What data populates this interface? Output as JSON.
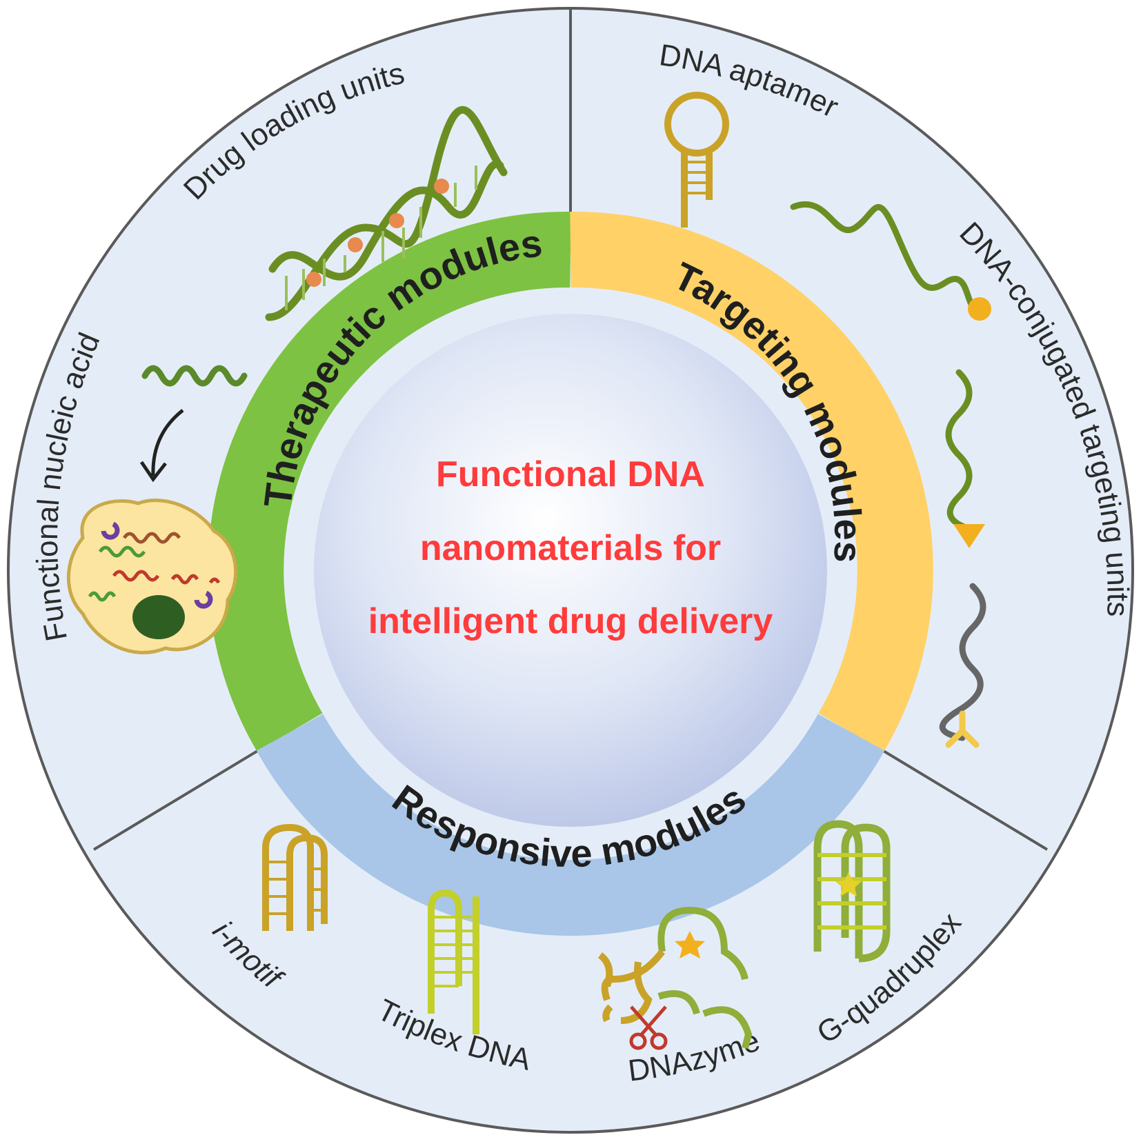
{
  "center_title": {
    "line1": "Functional DNA",
    "line2": "nanomaterials for",
    "line3": "intelligent drug delivery"
  },
  "modules": {
    "therapeutic": "Therapeutic modules",
    "targeting": "Targeting modules",
    "responsive": "Responsive modules"
  },
  "labels": {
    "drug_loading": "Drug loading units",
    "functional_nucleic_acid": "Functional nucleic acid",
    "dna_aptamer": "DNA aptamer",
    "dna_conjugated": "DNA-conjugated targeting units",
    "i_motif": "i-motif",
    "triplex": "Triplex DNA",
    "dnazyme": "DNAzyme",
    "g_quadruplex": "G-quadruplex"
  },
  "colors": {
    "therapeutic": "#7dc242",
    "targeting": "#ffd166",
    "responsive": "#a9c6e8",
    "center_text": "#ff3b3b",
    "outer_fill": "#e4edf7"
  }
}
